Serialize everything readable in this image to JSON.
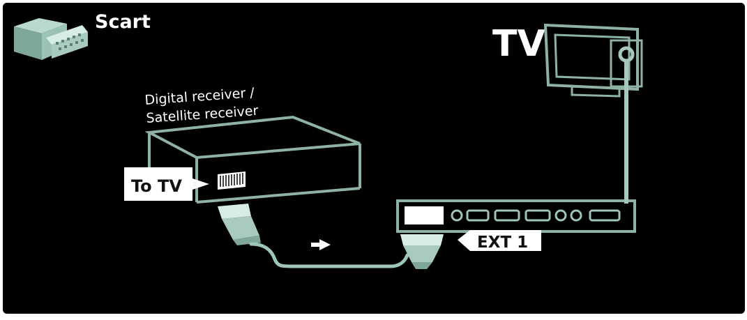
{
  "title": "Scart",
  "labels": {
    "tv": "TV",
    "receiver_line1": "Digital receiver /",
    "receiver_line2": "Satellite receiver",
    "to_tv": "To TV",
    "ext1": "EXT 1"
  },
  "colors": {
    "background": "#000000",
    "outline": "#8fb3a2",
    "cable": "#9ec5b6",
    "connector": "#b7d6c8",
    "label_bg": "#ffffff",
    "text": "#ffffff"
  },
  "icons": [
    "scart-connector-icon",
    "tv-icon",
    "receiver-icon",
    "arrow-right-icon"
  ]
}
